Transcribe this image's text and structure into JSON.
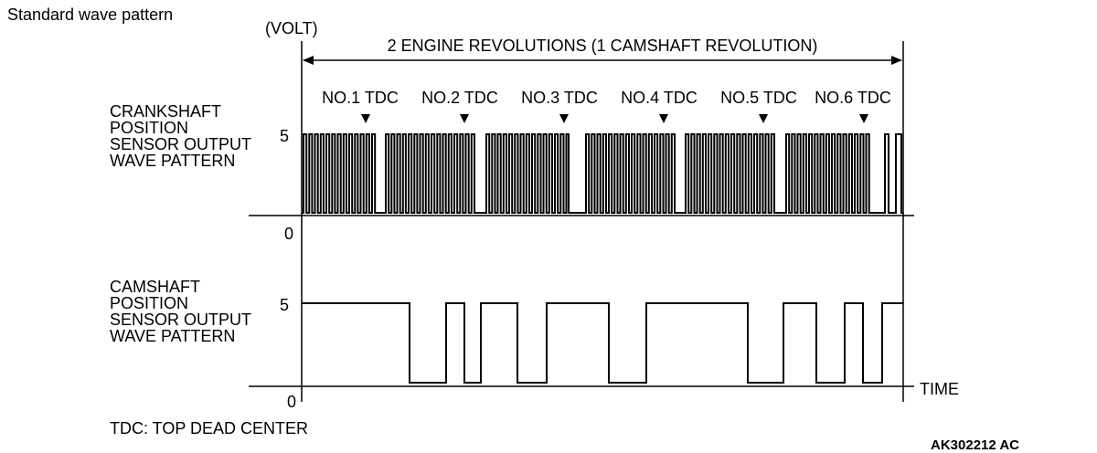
{
  "header": {
    "title": "Standard wave pattern"
  },
  "diagram": {
    "y_unit": "(VOLT)",
    "span_label": "2 ENGINE REVOLUTIONS (1 CAMSHAFT REVOLUTION)",
    "tdc_labels": [
      "NO.1 TDC",
      "NO.2 TDC",
      "NO.3 TDC",
      "NO.4 TDC",
      "NO.5 TDC",
      "NO.6 TDC"
    ],
    "crank_label": [
      "CRANKSHAFT",
      "POSITION",
      "SENSOR OUTPUT",
      "WAVE PATTERN"
    ],
    "cam_label": [
      "CAMSHAFT",
      "POSITION",
      "SENSOR OUTPUT",
      "WAVE PATTERN"
    ],
    "crank_high": "5",
    "crank_low": "0",
    "cam_high": "5",
    "cam_low": "0",
    "time_label": "TIME",
    "footnote": "TDC: TOP DEAD CENTER",
    "figure_code": "AK302212 AC"
  }
}
